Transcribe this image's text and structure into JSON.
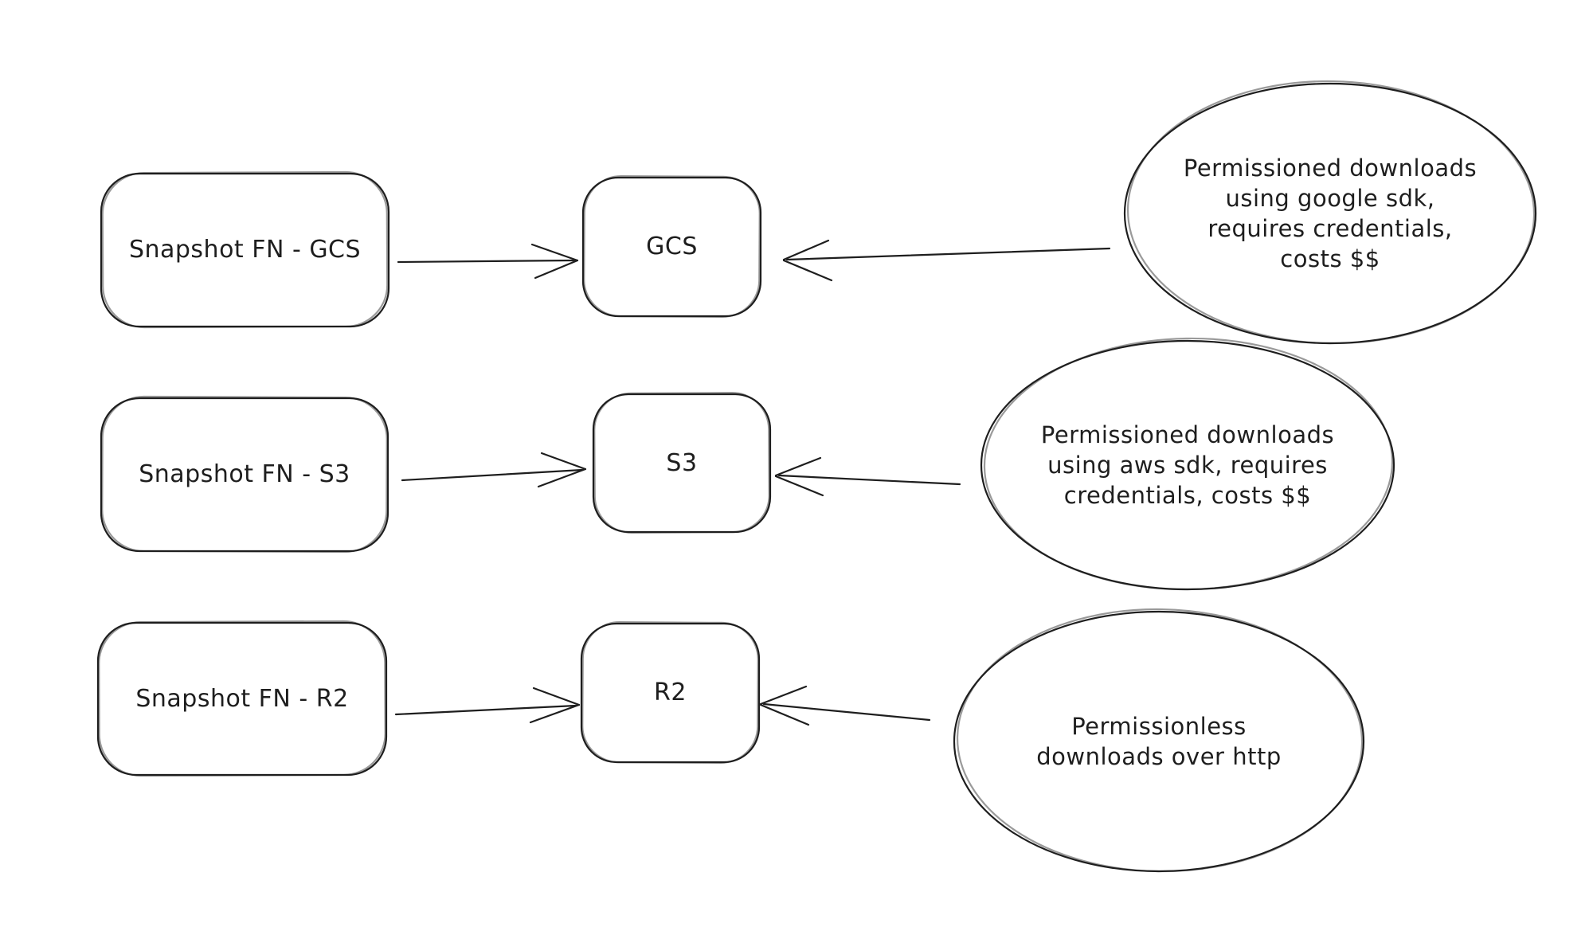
{
  "diagram": {
    "background": "#ffffff",
    "stroke_color": "#1e1e1e",
    "style": "hand-drawn-whiteboard",
    "rows": [
      {
        "source": "Snapshot FN - GCS",
        "target": "GCS",
        "note": "Permissioned downloads\nusing google sdk,\nrequires credentials,\ncosts $$"
      },
      {
        "source": "Snapshot FN - S3",
        "target": "S3",
        "note": "Permissioned downloads\nusing aws sdk, requires\ncredentials, costs $$"
      },
      {
        "source": "Snapshot FN - R2",
        "target": "R2",
        "note": "Permissionless\ndownloads over http"
      }
    ]
  }
}
